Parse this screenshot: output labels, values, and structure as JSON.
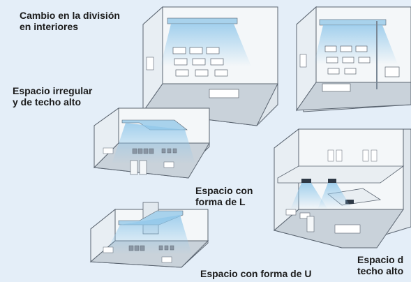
{
  "labels": {
    "division": [
      "Cambio en la división",
      "en interiores"
    ],
    "irregular": [
      "Espacio irregular",
      "y de techo alto"
    ],
    "l_shape": [
      "Espacio con",
      "forma de L"
    ],
    "u_shape": "Espacio con forma de U",
    "high_ceiling": [
      "Espacio d",
      "techo alto"
    ]
  },
  "colors": {
    "background": "#e4eef8",
    "wall": "#f4f7f9",
    "wall_side": "#dfe6ec",
    "floor": "#c9d2da",
    "duct": "#a8d2ec",
    "airflow": "#8ec6ea",
    "outline": "#5a6470",
    "text": "#1b1b1b"
  }
}
